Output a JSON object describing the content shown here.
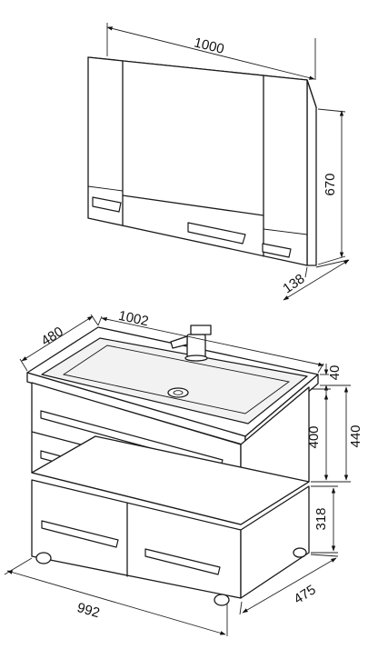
{
  "mirror_cabinet": {
    "width_label": "1000",
    "height_label": "670",
    "depth_label": "138"
  },
  "vanity": {
    "sink_depth_label": "480",
    "sink_width_label": "1002",
    "sink_thickness_label": "40",
    "drawer_block_height_label": "400",
    "upper_total_height_label": "440",
    "lower_module_height_label": "318",
    "bottom_width_label": "992",
    "bottom_depth_label": "475"
  }
}
